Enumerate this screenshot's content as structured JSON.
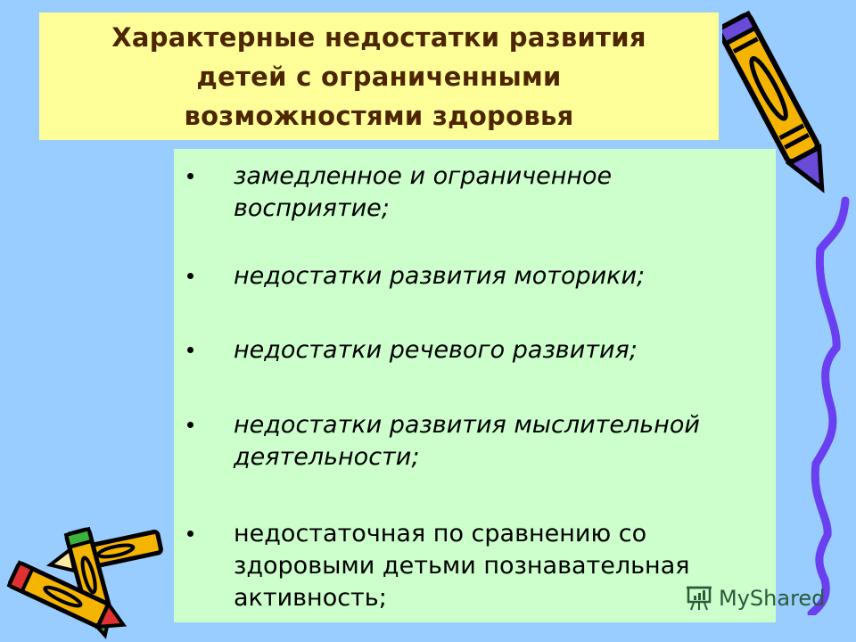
{
  "slide": {
    "background_color": "#99ccff",
    "title": {
      "lines": [
        "Характерные недостатки развития",
        "детей с ограниченными",
        "возможностями здоровья"
      ],
      "background_color": "#ffff99",
      "text_color": "#4d2600"
    },
    "content": {
      "background_color": "#ccffcc",
      "bullets": [
        {
          "lines": [
            "замедленное и ограниченное",
            "восприятие;"
          ],
          "italic": true
        },
        {
          "lines": [
            "недостатки развития моторики;"
          ],
          "italic": true
        },
        {
          "lines": [
            "недостатки речевого развития;"
          ],
          "italic": true
        },
        {
          "lines": [
            "недостатки развития мыслительной",
            "деятельности;"
          ],
          "italic": true
        },
        {
          "lines": [
            "недостаточная по сравнению со",
            "здоровыми детьми познавательная",
            "активность;"
          ],
          "italic": false
        }
      ]
    },
    "decorations": {
      "top_right": "pencil-icon",
      "right_edge": "squiggle-line",
      "bottom_left": "crossed-pencils-icon"
    },
    "watermark": {
      "icon": "presentation-board-icon",
      "text": "MyShared"
    }
  }
}
